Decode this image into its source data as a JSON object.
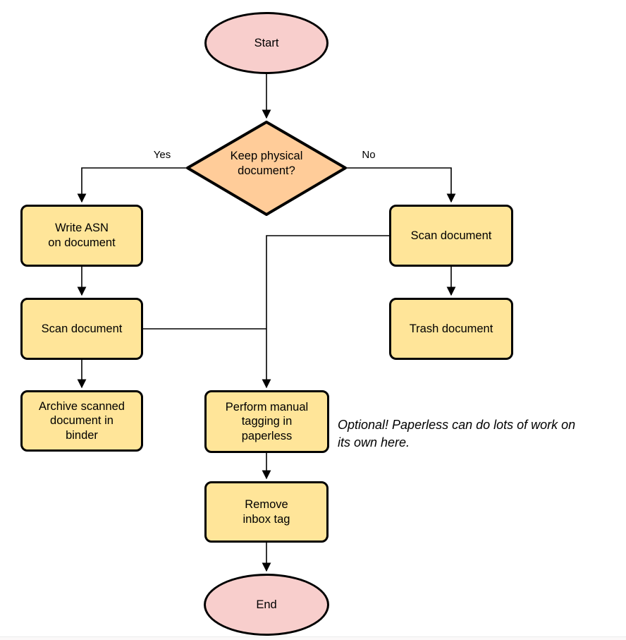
{
  "flowchart": {
    "nodes": {
      "start": {
        "label": "Start",
        "type": "terminator"
      },
      "decision": {
        "label": "Keep physical\ndocument?",
        "type": "decision"
      },
      "write_asn": {
        "label": "Write ASN\non document",
        "type": "process"
      },
      "scan_left": {
        "label": "Scan document",
        "type": "process"
      },
      "archive": {
        "label": "Archive scanned\ndocument in\nbinder",
        "type": "process"
      },
      "scan_right": {
        "label": "Scan document",
        "type": "process"
      },
      "trash": {
        "label": "Trash document",
        "type": "process"
      },
      "tagging": {
        "label": "Perform manual\ntagging in\npaperless",
        "type": "process"
      },
      "remove_inbox": {
        "label": "Remove\ninbox tag",
        "type": "process"
      },
      "end": {
        "label": "End",
        "type": "terminator"
      }
    },
    "edge_labels": {
      "yes": "Yes",
      "no": "No"
    },
    "annotation": "Optional! Paperless can do lots of work on\nits own here.",
    "colors": {
      "terminator_fill": "#F8CECC",
      "decision_fill": "#FFCC99",
      "process_fill": "#FFE599",
      "stroke": "#000000",
      "text": "#000000"
    }
  }
}
